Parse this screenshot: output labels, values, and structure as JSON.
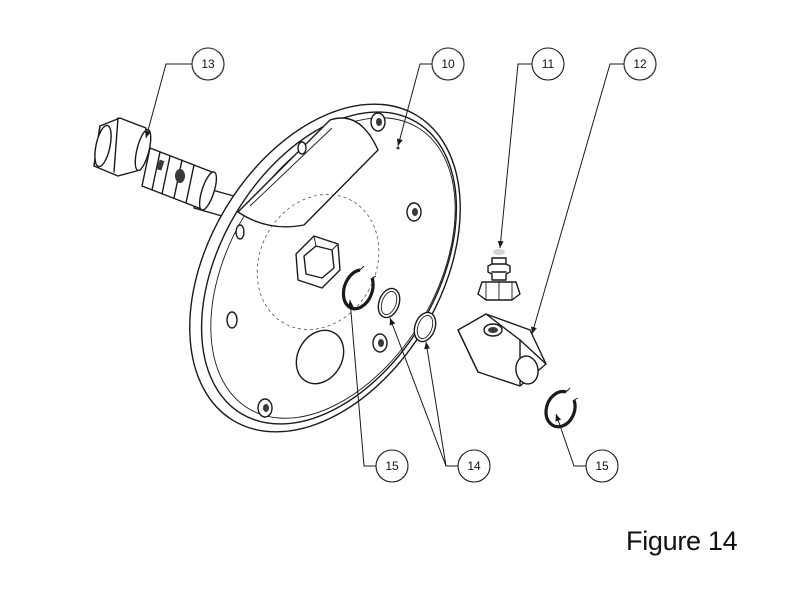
{
  "figure": {
    "caption": "Figure 14",
    "description_items": [
      {
        "id": "callout-10",
        "label": "10"
      },
      {
        "id": "callout-11",
        "label": "11"
      },
      {
        "id": "callout-12",
        "label": "12"
      },
      {
        "id": "callout-13",
        "label": "13"
      },
      {
        "id": "callout-14",
        "label": "14"
      },
      {
        "id": "callout-15a",
        "label": "15"
      },
      {
        "id": "callout-15b",
        "label": "15"
      }
    ]
  },
  "colors": {
    "line": "#1a1a1a",
    "background": "#ffffff"
  }
}
